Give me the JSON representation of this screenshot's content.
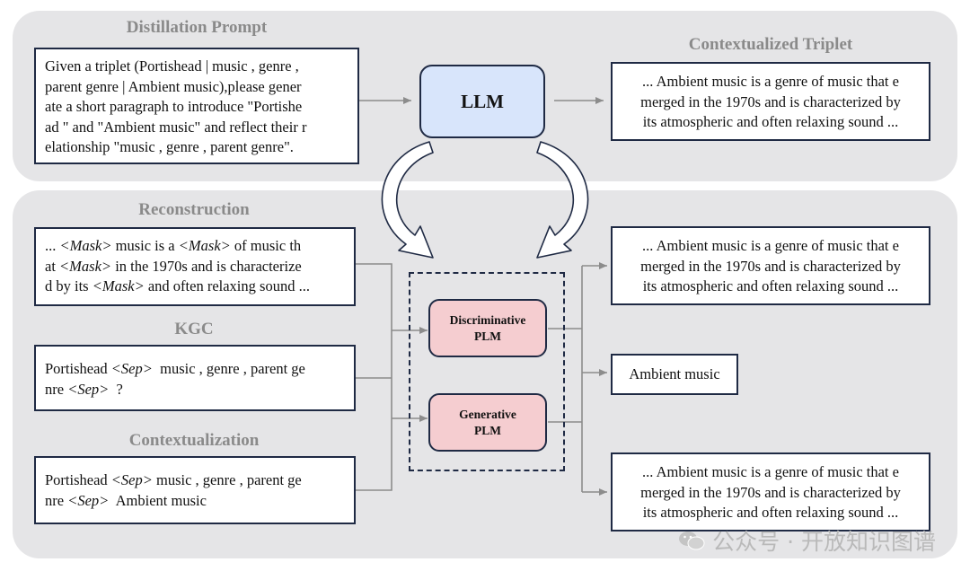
{
  "top_panel": {
    "distillation_title": "Distillation Prompt",
    "distillation_lines": [
      "Given a triplet (Portishead | music , genre ,",
      "parent genre | Ambient music),please gener",
      "ate a short paragraph to introduce \"Portishe",
      "ad \" and \"Ambient music\" and reflect their r",
      "elationship \"music , genre , parent genre\"."
    ],
    "llm_label": "LLM",
    "contextualized_title": "Contextualized Triplet",
    "contextualized_lines": [
      "... Ambient music is a genre of music that e",
      "merged in the 1970s and is characterized by",
      "its atmospheric and often relaxing sound ..."
    ]
  },
  "bottom_panel": {
    "reconstruction_title": "Reconstruction",
    "reconstruction_lines": [
      [
        {
          "t": "... "
        },
        {
          "t": "<Mask>",
          "i": true
        },
        {
          "t": " music is a "
        },
        {
          "t": "<Mask>",
          "i": true
        },
        {
          "t": " of music th"
        }
      ],
      [
        {
          "t": "at "
        },
        {
          "t": "<Mask>",
          "i": true
        },
        {
          "t": " in the 1970s and is characterize"
        }
      ],
      [
        {
          "t": "d by its "
        },
        {
          "t": "<Mask>",
          "i": true
        },
        {
          "t": " and often relaxing sound ..."
        }
      ]
    ],
    "kgc_title": "KGC",
    "kgc_lines": [
      [
        {
          "t": "Portishead "
        },
        {
          "t": "<Sep>",
          "i": true
        },
        {
          "t": "  music , genre , parent ge"
        }
      ],
      [
        {
          "t": "nre "
        },
        {
          "t": "<Sep>",
          "i": true
        },
        {
          "t": "  ?"
        }
      ]
    ],
    "contextualization_title": "Contextualization",
    "contextualization_lines": [
      [
        {
          "t": "Portishead "
        },
        {
          "t": "<Sep>",
          "i": true
        },
        {
          "t": " music , genre , parent ge"
        }
      ],
      [
        {
          "t": "nre "
        },
        {
          "t": "<Sep>",
          "i": true
        },
        {
          "t": "  Ambient music"
        }
      ]
    ],
    "discriminative_plm": [
      "Discriminative",
      "PLM"
    ],
    "generative_plm": [
      "Generative",
      "PLM"
    ],
    "output_reconstruction_lines": [
      "... Ambient music is a genre of music that e",
      "merged in the 1970s and is characterized by",
      "its atmospheric and often relaxing sound ..."
    ],
    "output_kgc": "Ambient music",
    "output_contextualization_lines": [
      "... Ambient music is a genre of music that e",
      "merged in the 1970s and is characterized by",
      "its atmospheric and often relaxing sound ..."
    ]
  },
  "watermark": "公众号 · 开放知识图谱",
  "colors": {
    "panel_bg": "#e5e5e7",
    "llm_fill": "#d8e5fb",
    "plm_fill": "#f5cdd0",
    "border": "#1f2a44",
    "title_gray": "#8a8a8a",
    "arrow_gray": "#8c8c8c"
  }
}
